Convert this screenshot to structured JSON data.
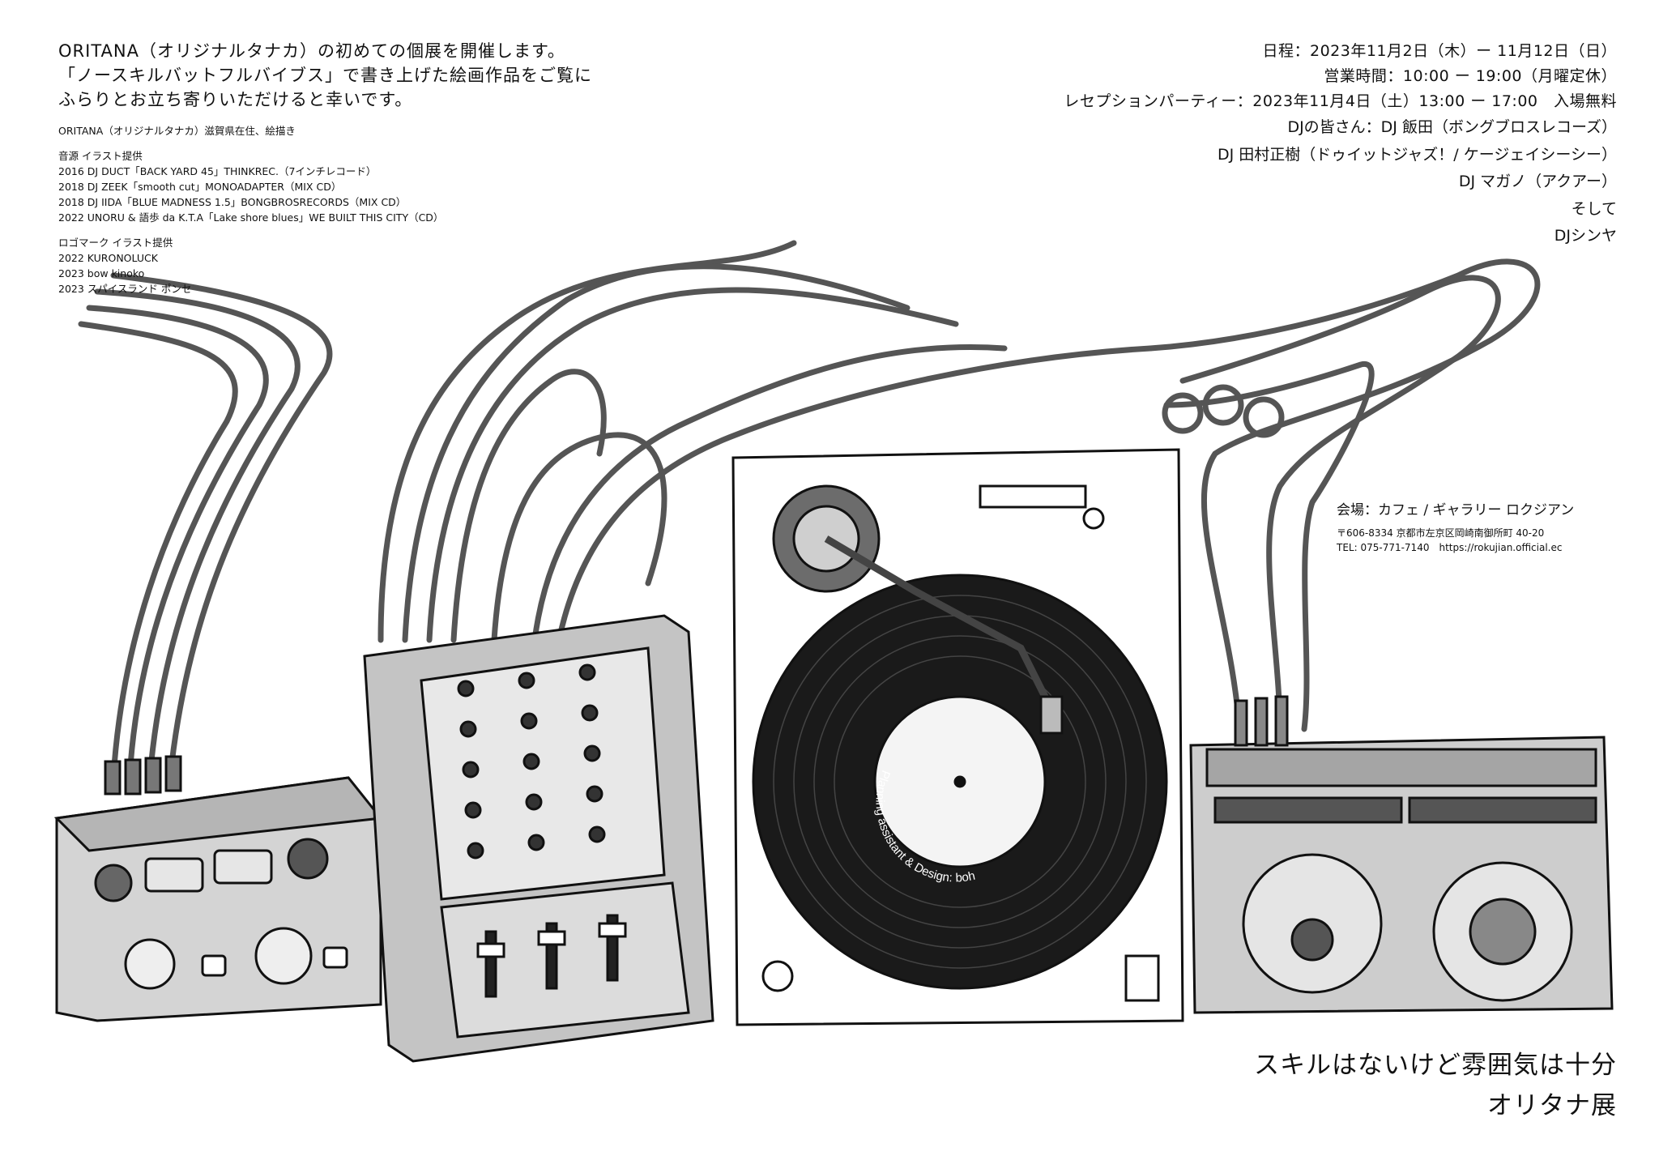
{
  "intro": {
    "line1": "ORITANA（オリジナルタナカ）の初めての個展を開催します。",
    "line2": "「ノースキルバットフルバイブス」で書き上げた絵画作品をご覧に",
    "line3": "ふらりとお立ち寄りいただけると幸いです。"
  },
  "artist_note": "ORITANA（オリジナルタナカ）滋賀県在住、絵描き",
  "sound_credits": {
    "heading": "音源 イラスト提供",
    "items": [
      "2016 DJ DUCT「BACK YARD 45」THINKREC.（7インチレコード）",
      "2018 DJ ZEEK「smooth cut」MONOADAPTER（MIX CD）",
      "2018 DJ IIDA「BLUE MADNESS 1.5」BONGBROSRECORDS（MIX CD）",
      "2022 UNORU & 語歩 da K.T.A「Lake shore blues」WE BUILT THIS CITY（CD）"
    ]
  },
  "logo_credits": {
    "heading": "ロゴマーク イラスト提供",
    "items": [
      "2022 KURONOLUCK",
      "2023 bow kinoko",
      "2023 スパイスランド ポンセ"
    ]
  },
  "schedule": {
    "dates": "日程：2023年11月2日（木）ー 11月12日（日）",
    "hours": "営業時間：10:00 ー 19:00（月曜定休）",
    "reception": "レセプションパーティー：2023年11月4日（土）13:00 ー 17:00　入場無料"
  },
  "djs": [
    "DJの皆さん：DJ 飯田（ボングブロスレコーズ）",
    "DJ 田村正樹（ドゥイットジャズ！/ ケージェイシーシー）",
    "DJ マガノ（アクアー）",
    "そして",
    "DJシンヤ"
  ],
  "venue": {
    "name": "会場：カフェ / ギャラリー ロクジアン",
    "address": "〒606-8334 京都市左京区岡崎南御所町 40-20",
    "contact": "TEL: 075-771-7140　https://rokujian.official.ec"
  },
  "record_label_text": "Planning assistant & Design: boh",
  "title": {
    "line1": "スキルはないけど雰囲気は十分",
    "line2": "オリタナ展"
  },
  "colors": {
    "ink": "#111111",
    "paper": "#ffffff",
    "device_fill": "#c9c9c9",
    "device_dark": "#7a7a7a",
    "record": "#1a1a1a"
  },
  "icons": [
    "turntable-illustration",
    "mixer-illustration",
    "effector-illustration",
    "cdj-illustration",
    "cables-illustration"
  ]
}
